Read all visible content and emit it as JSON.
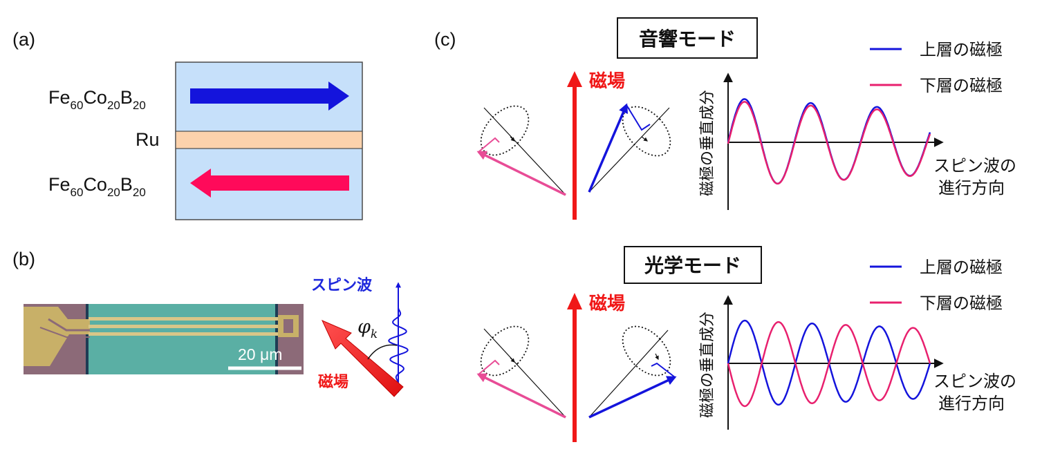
{
  "panels": {
    "a": {
      "label": "(a)",
      "top_layer": {
        "base": "Fe",
        "s1": "60",
        "el2": "Co",
        "s2": "20",
        "el3": "B",
        "s3": "20"
      },
      "spacer": "Ru",
      "bottom_layer": {
        "base": "Fe",
        "s1": "60",
        "el2": "Co",
        "s2": "20",
        "el3": "B",
        "s3": "20"
      }
    },
    "b": {
      "label": "(b)",
      "scale_bar": "20 μm",
      "spin_wave_label": "スピン波",
      "field_label": "磁場",
      "angle_label": "φ",
      "angle_sub": "k"
    },
    "c": {
      "label": "(c)",
      "modes": [
        {
          "title": "音響モード",
          "field_label": "磁場",
          "legend": [
            "上層の磁極",
            "下層の磁極"
          ],
          "y_label": "磁極の垂直成分",
          "x_label_line1": "スピン波の",
          "x_label_line2": "進行方向"
        },
        {
          "title": "光学モード",
          "field_label": "磁場",
          "legend": [
            "上層の磁極",
            "下層の磁極"
          ],
          "y_label": "磁極の垂直成分",
          "x_label_line1": "スピン波の",
          "x_label_line2": "進行方向"
        }
      ]
    }
  },
  "colors": {
    "upper": "#1414dc",
    "lower": "#e8206e",
    "field": "#f01818",
    "layer_bg": "#c6e0fa",
    "ru": "#fcd2ac"
  }
}
